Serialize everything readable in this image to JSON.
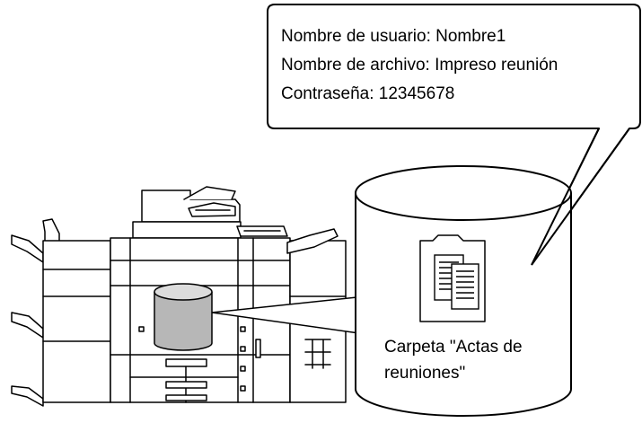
{
  "callout": {
    "lines": [
      "Nombre de usuario: Nombre1",
      "Nombre de archivo: Impreso reunión",
      "Contraseña: 12345678"
    ]
  },
  "folder_label": {
    "lines": [
      "Carpeta \"Actas de",
      "reuniones\""
    ]
  },
  "colors": {
    "stroke": "#000000",
    "storage_fill": "#b7b7b7",
    "background": "#ffffff"
  },
  "icons": [
    "printer-icon",
    "storage-drum-icon",
    "storage-cylinder-icon",
    "folder-icon",
    "document-icon"
  ]
}
